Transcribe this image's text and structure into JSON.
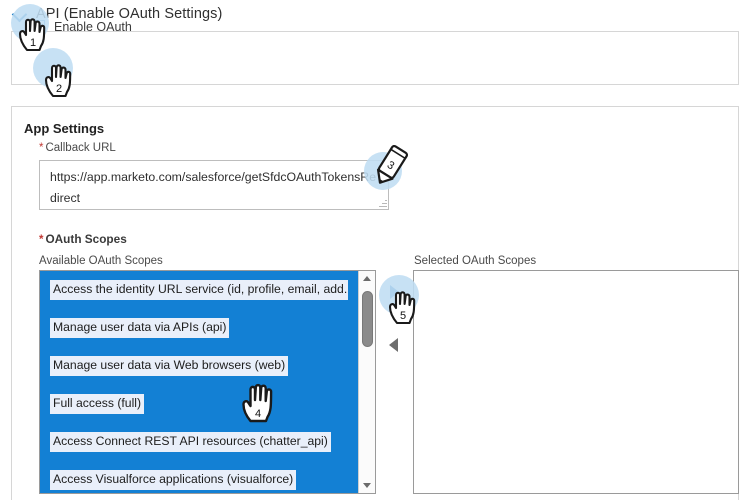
{
  "section": {
    "title": "API (Enable OAuth Settings)",
    "chevron_icon": "chevron-down-icon"
  },
  "enable_oauth": {
    "label": "Enable OAuth",
    "checked": true,
    "check_icon": "check-icon"
  },
  "app_settings": {
    "title": "App Settings",
    "callback": {
      "required_marker": "*",
      "label": "Callback URL",
      "value": "https://app.marketo.com/salesforce/getSfdcOAuthTokensRedirect",
      "placeholder": ""
    },
    "oauth_scopes": {
      "required_marker": "*",
      "label": "OAuth Scopes",
      "available_label": "Available OAuth Scopes",
      "selected_label": "Selected OAuth Scopes",
      "available_items": [
        "Access the identity URL service (id, profile, email, add...",
        "Manage user data via APIs (api)",
        "Manage user data via Web browsers (web)",
        "Full access (full)",
        "Access Connect REST API resources (chatter_api)",
        "Access Visualforce applications (visualforce)"
      ],
      "selected_items": [],
      "add_button_icon": "triangle-right-icon",
      "remove_button_icon": "triangle-left-icon",
      "scrollbar": {
        "up_icon": "triangle-up-icon",
        "down_icon": "triangle-down-icon"
      }
    }
  },
  "annotations": [
    {
      "number": "1",
      "cursor": "pointing-hand-cursor"
    },
    {
      "number": "2",
      "cursor": "pointing-hand-cursor"
    },
    {
      "number": "3",
      "cursor": "pen-cursor"
    },
    {
      "number": "4",
      "cursor": "open-hand-cursor"
    },
    {
      "number": "5",
      "cursor": "pointing-hand-cursor"
    }
  ],
  "colors": {
    "accent_blue": "#1380d4",
    "halo_blue": "#bfddf2",
    "item_highlight": "#e9effa",
    "required_red": "#c23934",
    "chevron_blue": "#1b7ec6"
  }
}
